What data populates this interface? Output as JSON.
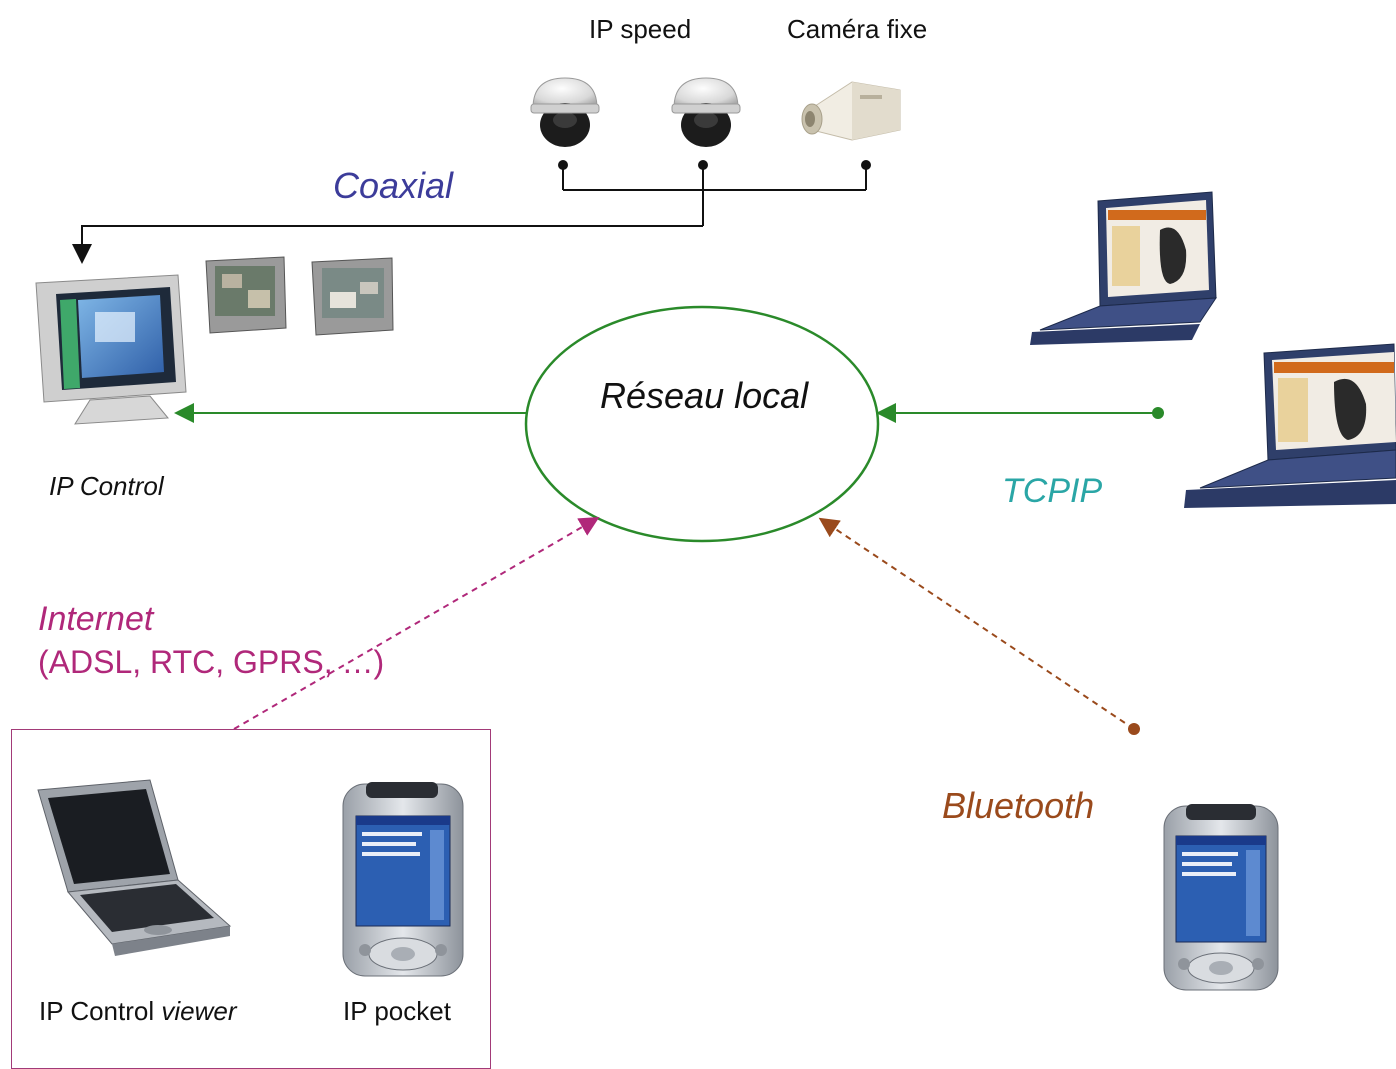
{
  "labels": {
    "ip_speed": "IP speed",
    "camera_fixe": "Caméra fixe",
    "coaxial": "Coaxial",
    "reseau_local": "Réseau local",
    "ip_control": "IP Control",
    "tcpip": "TCPIP",
    "internet": "Internet",
    "internet_detail": "(ADSL, RTC, GPRS, …)",
    "bluetooth": "Bluetooth",
    "ip_control_viewer_prefix": "IP Control ",
    "ip_control_viewer_suffix": "viewer",
    "ip_pocket": "IP pocket"
  },
  "colors": {
    "coaxial_text": "#3c3c9a",
    "lan_line": "#2a8a2a",
    "tcpip_text": "#2aa6a6",
    "internet": "#b0287a",
    "bluetooth": "#9a4a1c",
    "wire": "#111111"
  },
  "icons": [
    "dome-camera-icon",
    "fixed-camera-icon",
    "monitor-icon",
    "crt-monitor-icon",
    "laptop-icon",
    "pda-icon"
  ]
}
